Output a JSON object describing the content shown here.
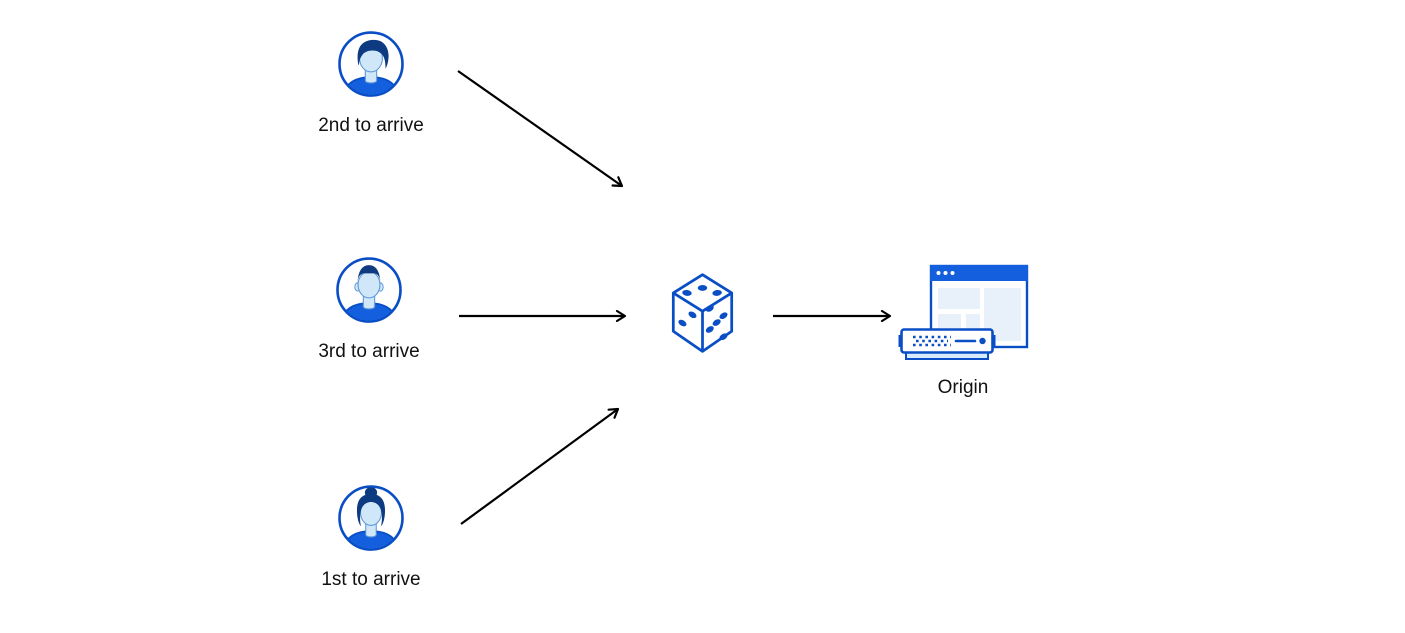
{
  "page": {
    "background": "#ffffff"
  },
  "palette": {
    "stroke_blue": "#0a4ec6",
    "fill_blue": "#135fdd",
    "hair_navy": "#0d3a80",
    "face_light_blue": "#cfe7f8",
    "panel_light_blue": "#e8f1fa",
    "tray_light_blue": "#d7ebfa",
    "arrow_black": "#000000",
    "label_text": "#111111",
    "white": "#ffffff"
  },
  "diagram": {
    "nodes": {
      "visitor_second": {
        "label": "2nd to arrive",
        "icon": "avatar-man-side-part-icon"
      },
      "visitor_third": {
        "label": "3rd to arrive",
        "icon": "avatar-man-flat-top-icon"
      },
      "visitor_first": {
        "label": "1st to arrive",
        "icon": "avatar-woman-bun-icon"
      },
      "randomizer": {
        "label": "",
        "icon": "dice-icon"
      },
      "origin": {
        "label": "Origin",
        "icon": "origin-server-browser-icon"
      }
    },
    "edges": [
      {
        "from": "visitor_second",
        "to": "randomizer"
      },
      {
        "from": "visitor_third",
        "to": "randomizer"
      },
      {
        "from": "visitor_first",
        "to": "randomizer"
      },
      {
        "from": "randomizer",
        "to": "origin"
      }
    ],
    "dice_faces": {
      "top_pips": 3,
      "left_pips": 2,
      "right_pips": 5
    }
  }
}
